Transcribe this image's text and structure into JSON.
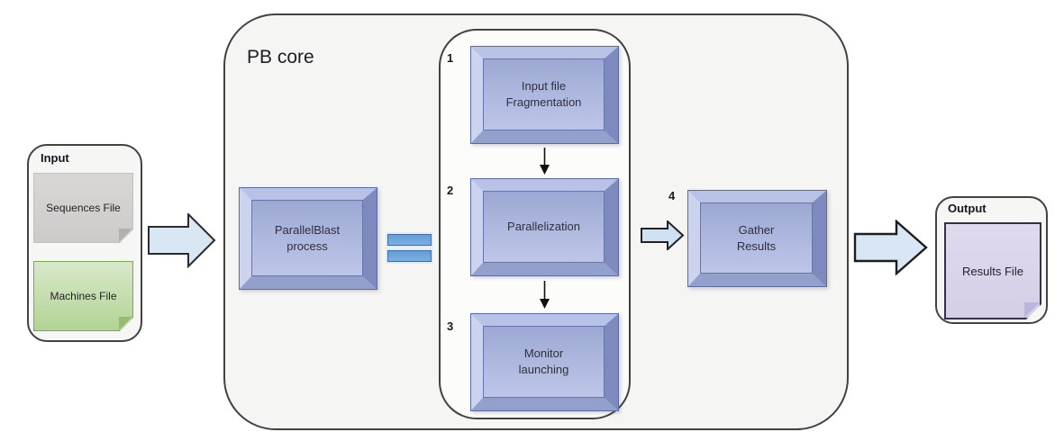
{
  "input_group": {
    "label": "Input",
    "files": [
      {
        "name": "Sequences File",
        "color": "#d2cfcf"
      },
      {
        "name": "Machines File",
        "color": "#bcd69e"
      }
    ]
  },
  "pb_core": {
    "label": "PB core",
    "process": {
      "line1": "ParallelBlast",
      "line2": "process"
    },
    "equals_icon": "equals-sign",
    "steps": [
      {
        "number": "1",
        "line1": "Input file",
        "line2": "Fragmentation"
      },
      {
        "number": "2",
        "line1": "Parallelization",
        "line2": ""
      },
      {
        "number": "3",
        "line1": "Monitor",
        "line2": "launching"
      }
    ],
    "gather": {
      "number": "4",
      "line1": "Gather",
      "line2": "Results"
    }
  },
  "output_group": {
    "label": "Output",
    "file": {
      "name": "Results File"
    }
  },
  "colors": {
    "container_fill": "#f6f6f5",
    "container_border": "#424242",
    "bevel_face": "#aeb8de",
    "bevel_light": "#ccd3ee",
    "bevel_dark": "#7c8abe",
    "block_arrow_fill": "#d9e6f3",
    "equals_fill": "#6fa3d9",
    "sequences_file_fill": "#d2cfcf",
    "machines_file_fill": "#bcd69e",
    "results_file_fill": "#dad4e9"
  }
}
